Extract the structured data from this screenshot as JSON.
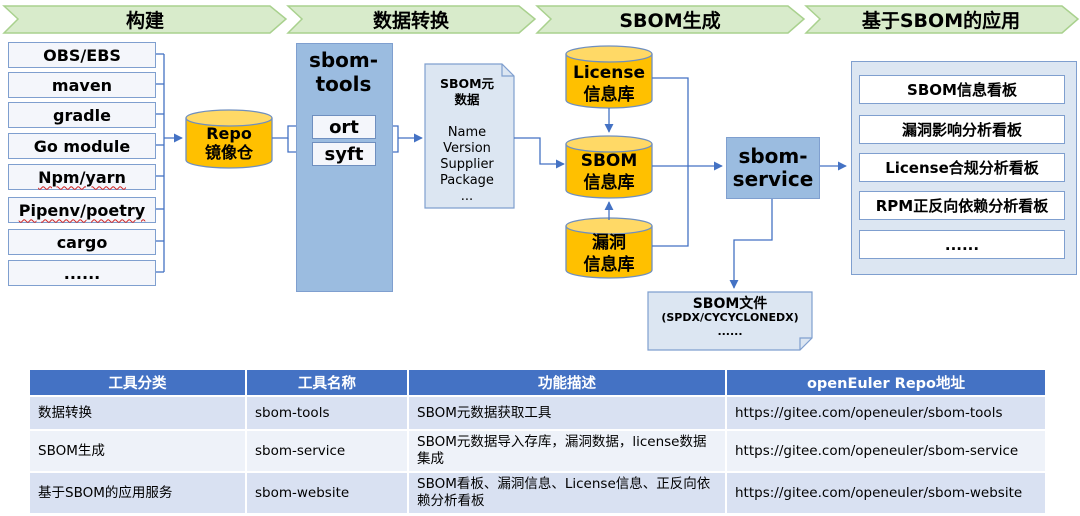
{
  "stages": [
    "构建",
    "数据转换",
    "SBOM生成",
    "基于SBOM的应用"
  ],
  "sources": [
    "OBS/EBS",
    "maven",
    "gradle",
    "Go module",
    "Npm/yarn",
    "Pipenv/poetry",
    "cargo",
    "......"
  ],
  "repo": {
    "line1": "Repo",
    "line2": "镜像仓"
  },
  "tools": {
    "title_line1": "sbom-",
    "title_line2": "tools",
    "items": [
      "ort",
      "syft"
    ]
  },
  "metadata": {
    "title_line1": "SBOM元",
    "title_line2": "数据",
    "fields": [
      "Name",
      "Version",
      "Supplier",
      "Package",
      "..."
    ]
  },
  "databases": {
    "license": {
      "line1": "License",
      "line2": "信息库"
    },
    "sbom": {
      "line1": "SBOM",
      "line2": "信息库"
    },
    "vuln": {
      "line1": "漏洞",
      "line2": "信息库"
    }
  },
  "service": {
    "line1": "sbom-",
    "line2": "service"
  },
  "boards": [
    "SBOM信息看板",
    "漏洞影响分析看板",
    "License合规分析看板",
    "RPM正反向依赖分析看板",
    "......"
  ],
  "sbom_file": {
    "title": "SBOM文件",
    "formats": "(SPDX/CYCYCLONEDX)",
    "more": "......"
  },
  "table": {
    "headers": [
      "工具分类",
      "工具名称",
      "功能描述",
      "openEuler Repo地址"
    ],
    "rows": [
      {
        "category": "数据转换",
        "name": "sbom-tools",
        "desc": "SBOM元数据获取工具",
        "url": "https://gitee.com/openeuler/sbom-tools"
      },
      {
        "category": "SBOM生成",
        "name": "sbom-service",
        "desc": "SBOM元数据导入存库，漏洞数据，license数据集成",
        "url": "https://gitee.com/openeuler/sbom-service"
      },
      {
        "category": "基于SBOM的应用服务",
        "name": "sbom-website",
        "desc": "SBOM看板、漏洞信息、License信息、正反向依赖分析看板",
        "url": "https://gitee.com/openeuler/sbom-website"
      }
    ]
  },
  "colors": {
    "chevron": "#d8ebcb",
    "chevron_border": "#a9d18e",
    "cylinder": "#ffc000",
    "tool_blue": "#9bbce0",
    "table_header": "#4472c4",
    "arrow": "#4472c4"
  }
}
